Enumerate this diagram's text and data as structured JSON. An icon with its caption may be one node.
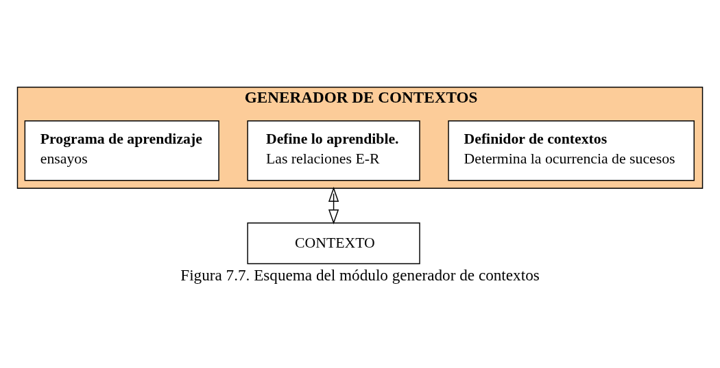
{
  "diagram": {
    "caption": "Figura 7.7. Esquema del módulo generador de contextos",
    "nodes": [
      {
        "text": [
          "GENERADOR DE CONTEXTOS"
        ]
      },
      {
        "text": [
          "Definidor de contextos",
          "Determina la ocurrencia de sucesos"
        ],
        "in": 0
      },
      {
        "text": [
          "Define lo aprendible.",
          "Las relaciones E-R"
        ],
        "in": 0
      },
      {
        "text": [
          "Programa de aprendizaje",
          "ensayos"
        ],
        "in": 0
      },
      {
        "text": [
          "CONTEXTO"
        ]
      }
    ],
    "edges": [
      {
        "from": 0,
        "to": 4,
        "arrow": "both"
      }
    ]
  }
}
